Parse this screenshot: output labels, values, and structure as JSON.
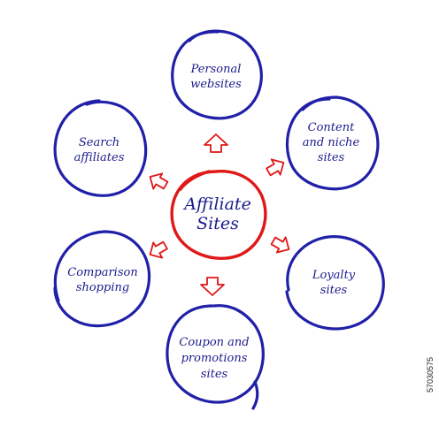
{
  "center": {
    "line1": "Affiliate",
    "line2": "Sites"
  },
  "nodes": [
    {
      "id": "personal-websites",
      "lines": [
        "Personal",
        "websites"
      ]
    },
    {
      "id": "content-niche-sites",
      "lines": [
        "Content",
        "and niche",
        "sites"
      ]
    },
    {
      "id": "loyalty-sites",
      "lines": [
        "Loyalty",
        "sites"
      ]
    },
    {
      "id": "coupon-promotions-sites",
      "lines": [
        "Coupon and",
        "promotions",
        "sites"
      ]
    },
    {
      "id": "comparison-shopping",
      "lines": [
        "Comparison",
        "shopping"
      ]
    },
    {
      "id": "search-affiliates",
      "lines": [
        "Search",
        "affiliates"
      ]
    }
  ],
  "watermark": {
    "id_text": "57030575"
  },
  "colors": {
    "node_stroke": "#2020a8",
    "center_stroke": "#e01818",
    "arrow": "#e01818",
    "text": "#1b1b8c"
  }
}
